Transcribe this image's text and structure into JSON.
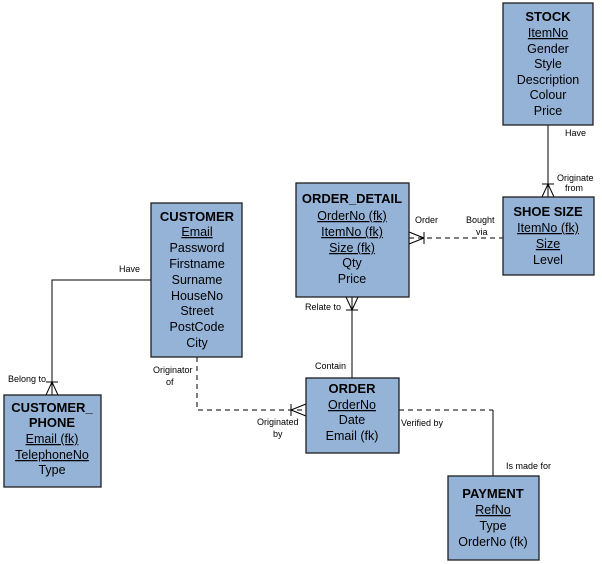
{
  "entities": {
    "stock": {
      "title": "STOCK",
      "attributes": [
        {
          "text": "ItemNo",
          "key": true
        },
        {
          "text": "Gender",
          "key": false
        },
        {
          "text": "Style",
          "key": false
        },
        {
          "text": "Description",
          "key": false
        },
        {
          "text": "Colour",
          "key": false
        },
        {
          "text": "Price",
          "key": false
        }
      ]
    },
    "order_detail": {
      "title": "ORDER_DETAIL",
      "attributes": [
        {
          "text": "OrderNo (fk)",
          "key": true
        },
        {
          "text": "ItemNo (fk)",
          "key": true
        },
        {
          "text": "Size (fk)",
          "key": true
        },
        {
          "text": "Qty",
          "key": false
        },
        {
          "text": "Price",
          "key": false
        }
      ]
    },
    "shoe_size": {
      "title": "SHOE SIZE",
      "attributes": [
        {
          "text": "ItemNo (fk)",
          "key": true
        },
        {
          "text": "Size",
          "key": true
        },
        {
          "text": "Level",
          "key": false
        }
      ]
    },
    "customer": {
      "title": "CUSTOMER",
      "attributes": [
        {
          "text": "Email",
          "key": true
        },
        {
          "text": "Password",
          "key": false
        },
        {
          "text": "Firstname",
          "key": false
        },
        {
          "text": "Surname",
          "key": false
        },
        {
          "text": "HouseNo",
          "key": false
        },
        {
          "text": "Street",
          "key": false
        },
        {
          "text": "PostCode",
          "key": false
        },
        {
          "text": "City",
          "key": false
        }
      ]
    },
    "customer_phone": {
      "title_line1": "CUSTOMER_",
      "title_line2": "PHONE",
      "attributes": [
        {
          "text": "Email (fk)",
          "key": true
        },
        {
          "text": "TelephoneNo",
          "key": true
        },
        {
          "text": "Type",
          "key": false
        }
      ]
    },
    "order": {
      "title": "ORDER",
      "attributes": [
        {
          "text": "OrderNo",
          "key": true
        },
        {
          "text": "Date",
          "key": false
        },
        {
          "text": "Email (fk)",
          "key": false
        }
      ]
    },
    "payment": {
      "title": "PAYMENT",
      "attributes": [
        {
          "text": "RefNo",
          "key": true
        },
        {
          "text": "Type",
          "key": false
        },
        {
          "text": "OrderNo (fk)",
          "key": false
        }
      ]
    }
  },
  "relationships": {
    "stock_have": "Have",
    "shoe_originate_line1": "Originate",
    "shoe_originate_line2": "from",
    "detail_order": "Order",
    "shoe_bought_line1": "Bought",
    "shoe_bought_line2": "via",
    "customer_have": "Have",
    "phone_belong": "Belong to",
    "detail_relate": "Relate to",
    "order_contain": "Contain",
    "customer_originator_line1": "Originator",
    "customer_originator_line2": "of",
    "order_originated_line1": "Originated",
    "order_originated_line2": "by",
    "order_verified": "Verified by",
    "payment_made": "Is made for"
  }
}
